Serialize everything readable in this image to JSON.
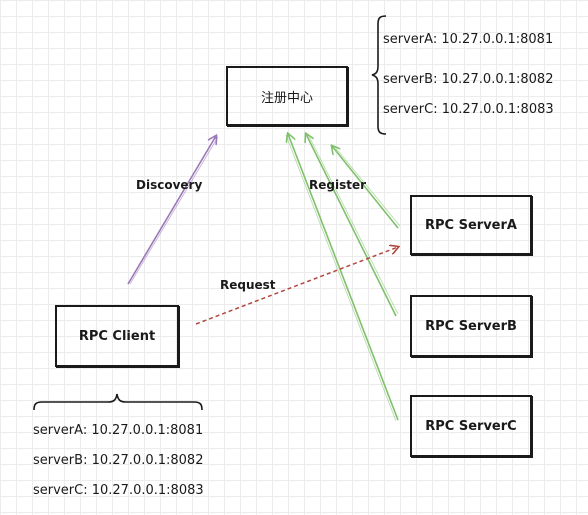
{
  "registry": {
    "label": "注册中心"
  },
  "client": {
    "label": "RPC Client"
  },
  "servers": [
    {
      "label": "RPC ServerA"
    },
    {
      "label": "RPC ServerB"
    },
    {
      "label": "RPC ServerC"
    }
  ],
  "edges": {
    "discovery": "Discovery",
    "register": "Register",
    "request": "Request"
  },
  "registry_list": [
    "serverA: 10.27.0.0.1:8081",
    "serverB: 10.27.0.0.1:8082",
    "serverC: 10.27.0.0.1:8083"
  ],
  "client_list": [
    "serverA: 10.27.0.0.1:8081",
    "serverB: 10.27.0.0.1:8082",
    "serverC: 10.27.0.0.1:8083"
  ],
  "colors": {
    "discovery": "#9b78b8",
    "register": "#7fc06a",
    "request": "#b3463e",
    "stroke": "#1a1a1a"
  }
}
